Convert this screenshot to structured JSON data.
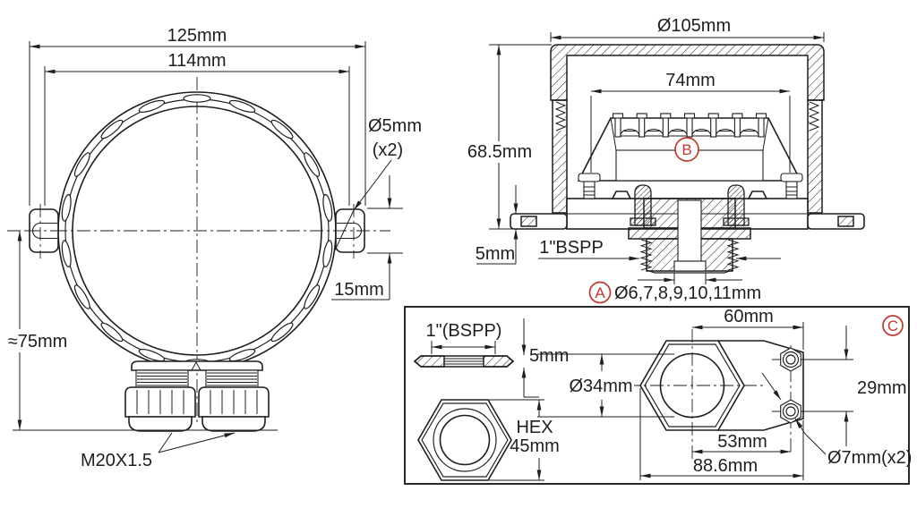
{
  "front_view": {
    "overall_width": "125mm",
    "cover_diameter": "114mm",
    "ear_hole_diameter": "Ø5mm",
    "ear_hole_qty": "(x2)",
    "ear_offset": "15mm",
    "overall_height": "≈75mm",
    "cable_gland_thread": "M20X1.5"
  },
  "section_view": {
    "cap_diameter": "Ø105mm",
    "terminal_span": "74mm",
    "body_height": "68.5mm",
    "flange_thickness": "5mm",
    "process_connection": "1\"BSPP",
    "marker_a": "A",
    "bore_options": "Ø6,7,8,9,10,11mm",
    "marker_b": "B"
  },
  "detail_view": {
    "marker_c": "C",
    "locknut_thread": "1\"(BSPP)",
    "locknut_thickness": "5mm",
    "hex_label": "HEX",
    "hex_size": "45mm",
    "nut_bore": "Ø34mm",
    "hole_offset": "60mm",
    "hole_pitch_vertical": "29mm",
    "hole_pitch_horizontal": "53mm",
    "bracket_width": "88.6mm",
    "mount_holes": "Ø7mm(x2)"
  },
  "colors": {
    "ink": "#1e1e1e",
    "accent": "#c0392b",
    "background": "#ffffff"
  }
}
